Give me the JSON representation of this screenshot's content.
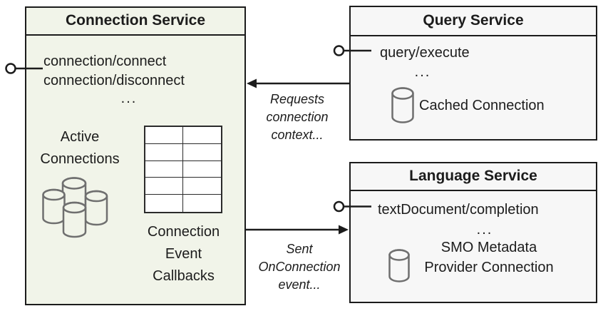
{
  "connection_service": {
    "title": "Connection Service",
    "endpoint_1": "connection/connect",
    "endpoint_2": "connection/disconnect",
    "ellipsis": "...",
    "active_connections_label": "Active\nConnections",
    "callbacks_label": "Connection\nEvent\nCallbacks"
  },
  "query_service": {
    "title": "Query Service",
    "endpoint_1": "query/execute",
    "ellipsis": "...",
    "cached_connection_label": "Cached Connection"
  },
  "language_service": {
    "title": "Language Service",
    "endpoint_1": "textDocument/completion",
    "ellipsis": "...",
    "smo_label": "SMO Metadata\nProvider Connection"
  },
  "annotations": {
    "requests": "Requests\nconnection\ncontext...",
    "sent": "Sent\nOnConnection\nevent..."
  },
  "colors": {
    "connection_fill": "#f1f4e9",
    "service_fill": "#f7f7f7",
    "border": "#1c1c1c",
    "cylinder_stroke": "#6f6f6f",
    "table_fill": "#ffffff"
  }
}
